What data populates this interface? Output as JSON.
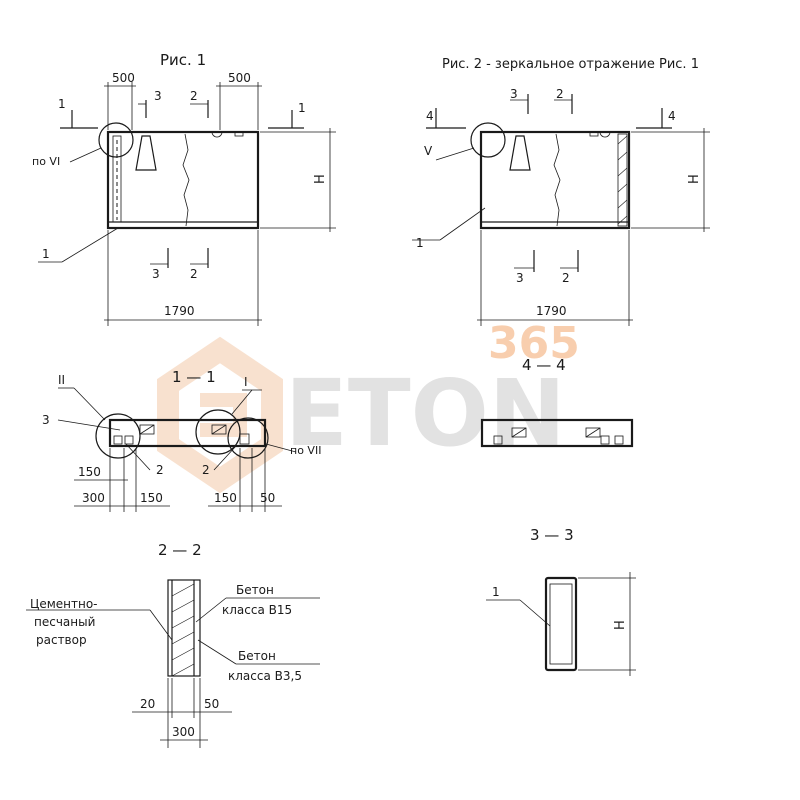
{
  "watermark": {
    "brand": "ETON",
    "number": "365",
    "colors": {
      "logo": "#f2c9a8",
      "text": "#d9d9d9",
      "number": "#f7c6a0"
    }
  },
  "fig1": {
    "title": "Рис. 1",
    "dims": {
      "left_500": "500",
      "right_500": "500",
      "width": "1790",
      "height": "Н"
    },
    "section_marks": {
      "s1_left": "1",
      "s1_right": "1",
      "s3_top": "3",
      "s2_top": "2",
      "s3_bottom": "3",
      "s2_bottom": "2"
    },
    "callouts": {
      "node": "по VI",
      "item": "1"
    }
  },
  "fig2": {
    "title": "Рис. 2 - зеркальное отражение Рис. 1",
    "dims": {
      "width": "1790",
      "height": "Н"
    },
    "section_marks": {
      "s4_left": "4",
      "s4_right": "4",
      "s3_top": "3",
      "s2_top": "2",
      "s3_bottom": "3",
      "s2_bottom": "2"
    },
    "callouts": {
      "node": "V",
      "item": "1"
    }
  },
  "sec11": {
    "title": "1 — 1",
    "callouts": {
      "node_ii": "II",
      "node_i": "I",
      "item3": "3",
      "item2_left": "2",
      "item2_right": "2",
      "node_vii": "по VII"
    },
    "dims": {
      "d150_a": "150",
      "d300": "300",
      "d150_b": "150",
      "d150_c": "150",
      "d50": "50"
    }
  },
  "sec44": {
    "title": "4 — 4"
  },
  "sec22": {
    "title": "2 — 2",
    "labels": {
      "mortar_1": "Цементно-",
      "mortar_2": "песчаный",
      "mortar_3": "раствор",
      "concrete_b15_1": "Бетон",
      "concrete_b15_2": "класса B15",
      "concrete_b35_1": "Бетон",
      "concrete_b35_2": "класса B3,5"
    },
    "dims": {
      "d20": "20",
      "d50": "50",
      "d300": "300"
    }
  },
  "sec33": {
    "title": "3 — 3",
    "callouts": {
      "item": "1"
    },
    "dims": {
      "height": "Н"
    }
  }
}
